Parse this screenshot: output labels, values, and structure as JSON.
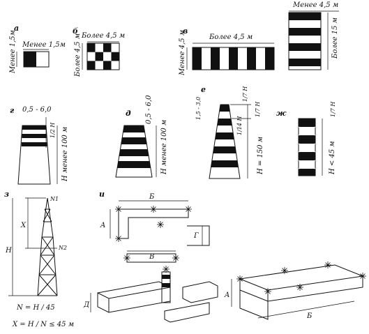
{
  "panels": {
    "a": {
      "letter": "а",
      "width_label": "Менее 1,5м",
      "height_label": "Менее 1,5м"
    },
    "b": {
      "letter": "б",
      "width_label": "Более 4,5 м",
      "height_label": "Более 4,5 м"
    },
    "v": {
      "letter": "в",
      "width_label": "Более 4,5 м",
      "height_label": "Менее 4,5 м",
      "vert_width_label": "Менее 4,5 м",
      "vert_height_label": "Более 15 м"
    },
    "g": {
      "letter": "г",
      "spacing_label": "0,5 - 6,0",
      "band_label": "1/2 H",
      "height_label": "H менее 100 м"
    },
    "d": {
      "letter": "д",
      "spacing_label": "0,5 - 6,0",
      "height_label": "H менее 100 м"
    },
    "e": {
      "letter": "е",
      "spacing_label": "1,5 - 3,0",
      "band1_label": "1/7 H",
      "band2_label": "1/7 H",
      "band3_label": "1/14 H",
      "height_label": "H = 150 м"
    },
    "zh": {
      "letter": "ж",
      "band_label": "1/7 H",
      "height_label": "H < 45 м"
    },
    "z": {
      "letter": "з",
      "point1": "N1",
      "point2": "N2",
      "x_label": "X",
      "h_label": "H",
      "formula1": "N = H / 45",
      "formula2": "X = H / N  ≤ 45 м"
    },
    "i": {
      "letter": "и",
      "dim_a": "A",
      "dim_b": "Б",
      "dim_v": "B",
      "dim_g": "Г",
      "dim_d": "Д"
    },
    "k": {
      "dim_a": "A",
      "dim_b": "Б"
    }
  }
}
